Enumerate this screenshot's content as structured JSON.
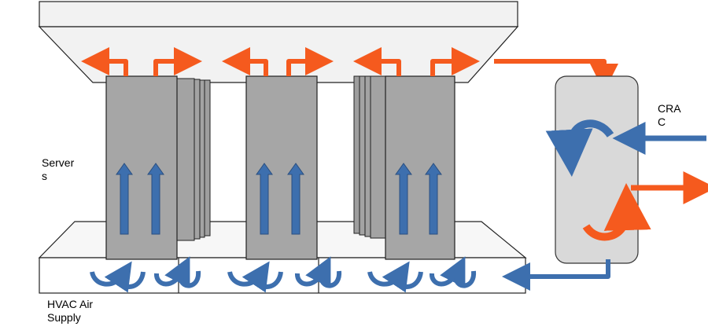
{
  "labels": {
    "servers": "Server\ns",
    "crac": "CRA\nC",
    "hvac": "HVAC Air\nSupply"
  },
  "colors": {
    "hot_air": "#f55a1e",
    "cold_air": "#3d6fae",
    "rack": "#a3a3a3",
    "crac_unit": "#d9d9d9",
    "plenum": "#f2f2f2",
    "outline": "#222222"
  },
  "icons": [
    "hot-air-arrow-icon",
    "cold-air-arrow-icon",
    "circulation-arrow-icon"
  ]
}
